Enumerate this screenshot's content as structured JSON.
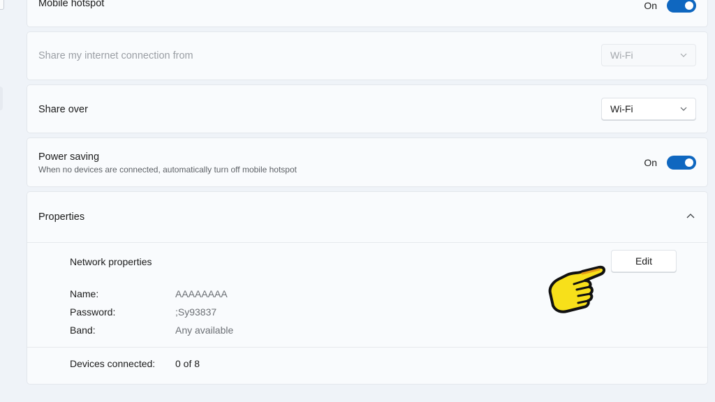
{
  "mobile_hotspot": {
    "label": "Mobile hotspot",
    "state_text": "On",
    "enabled": true
  },
  "share_from": {
    "label": "Share my internet connection from",
    "selected": "Wi-Fi",
    "disabled": true
  },
  "share_over": {
    "label": "Share over",
    "selected": "Wi-Fi"
  },
  "power_saving": {
    "label": "Power saving",
    "description": "When no devices are connected, automatically turn off mobile hotspot",
    "state_text": "On",
    "enabled": true
  },
  "properties": {
    "label": "Properties",
    "expanded": true,
    "network_properties_label": "Network properties",
    "edit_label": "Edit",
    "rows": [
      {
        "key": "Name:",
        "value": "AAAAAAAA"
      },
      {
        "key": "Password:",
        "value": ";Sy93837"
      },
      {
        "key": "Band:",
        "value": "Any available"
      }
    ],
    "devices_connected_label": "Devices connected:",
    "devices_connected_value": "0 of 8"
  },
  "colors": {
    "accent": "#0f67c0",
    "background": "#eff3f8",
    "card": "#f9fbfd",
    "pointer": "#f7e01a"
  }
}
